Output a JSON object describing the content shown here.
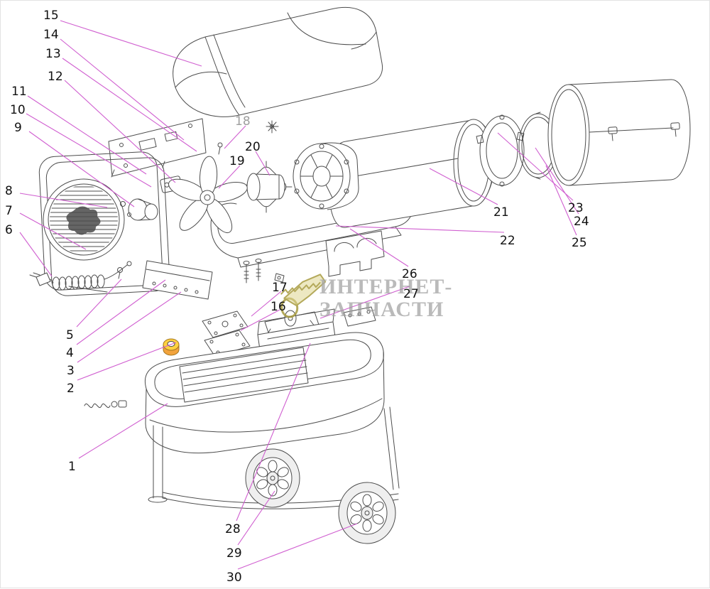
{
  "watermark": {
    "line1": "ИНТЕРНЕТ-",
    "line2": "ЗАПЧАСТИ"
  },
  "labels": {
    "l1": "1",
    "l2": "2",
    "l3": "3",
    "l4": "4",
    "l5": "5",
    "l6": "6",
    "l7": "7",
    "l8": "8",
    "l9": "9",
    "l10": "10",
    "l11": "11",
    "l12": "12",
    "l13": "13",
    "l14": "14",
    "l15": "15",
    "l16": "16",
    "l17": "17",
    "l18": "18",
    "l19": "19",
    "l20": "20",
    "l21": "21",
    "l22": "22",
    "l23": "23",
    "l24": "24",
    "l25": "25",
    "l26": "26",
    "l27": "27",
    "l28": "28",
    "l29": "29",
    "l30": "30"
  },
  "colors": {
    "leader": "#d05fd0",
    "label_color": "#111111",
    "muted_label": "#9e9e9e",
    "watermark": "#9a9a9a",
    "chainsaw": "#a79b3f",
    "cap_yellow": "#ffd23f",
    "cap_orange": "#f2a33c"
  }
}
